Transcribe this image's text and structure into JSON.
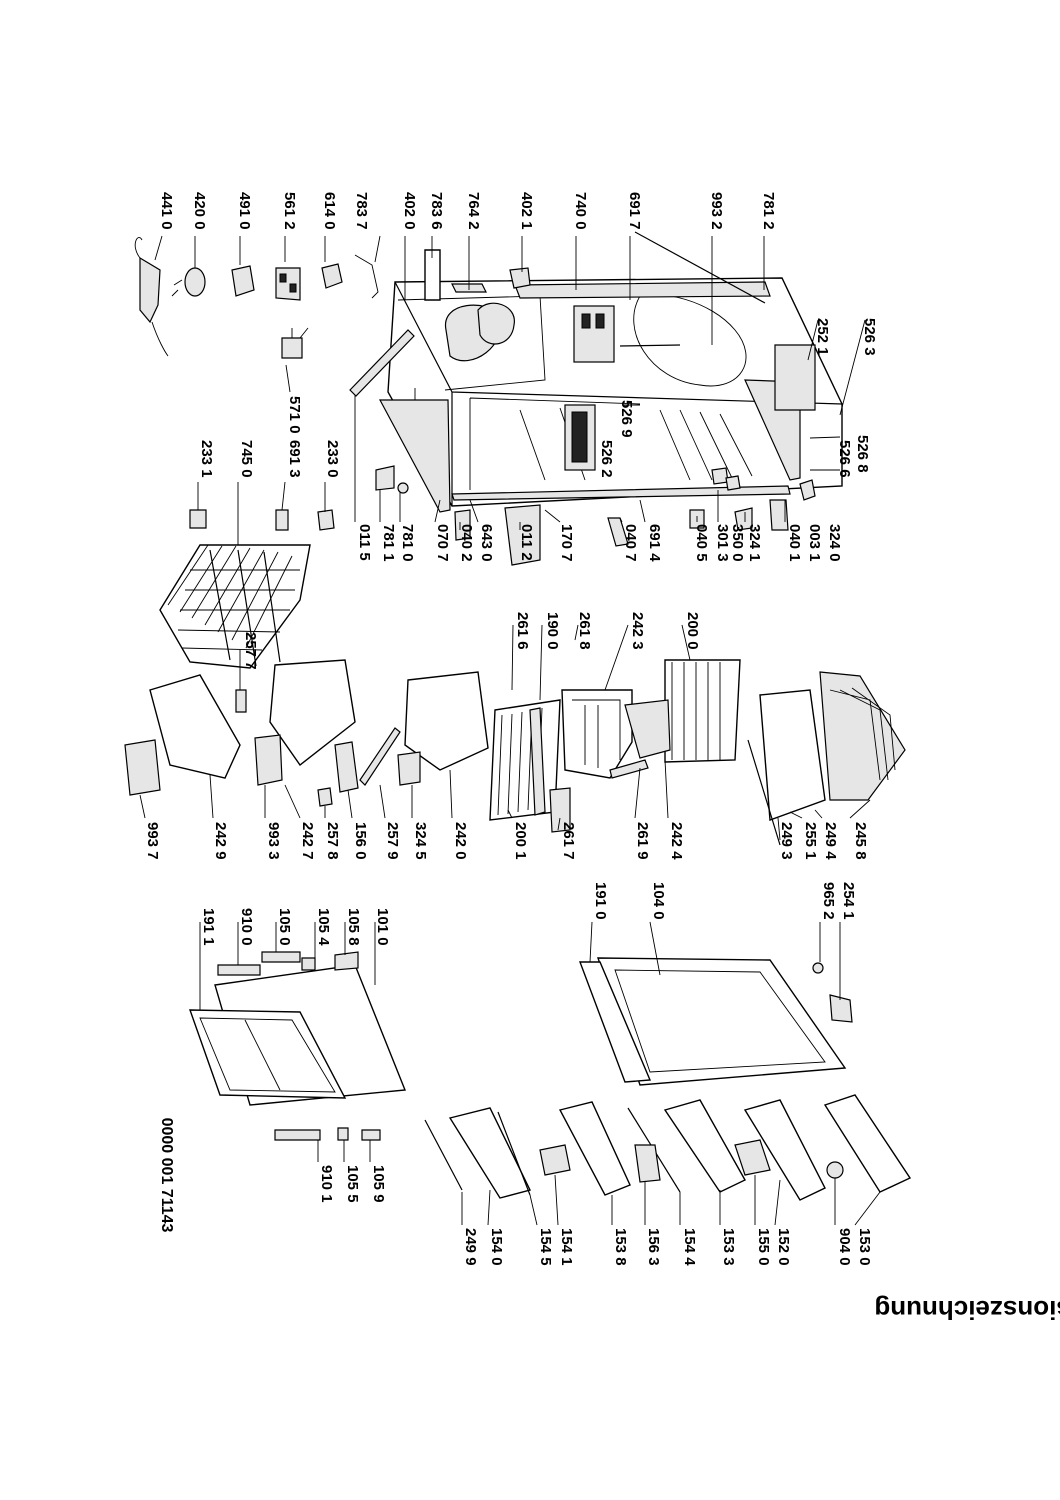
{
  "document": {
    "title": "Explosionszeichnung",
    "doc_number": "0000 001 71143"
  },
  "labels": {
    "l7812": "781 2",
    "l9932": "993 2",
    "l6917": "691 7",
    "l7400": "740 0",
    "l4021": "402 1",
    "l7642": "764 2",
    "l7836": "783 6",
    "l4020": "402 0",
    "l7837": "783 7",
    "l6140": "614 0",
    "l5612": "561 2",
    "l4910": "491 0",
    "l4200": "420 0",
    "l4410": "441 0",
    "l5263": "526 3",
    "l2521": "252 1",
    "l5268": "526 8",
    "l5266": "526 6",
    "l5710": "571 0",
    "l5269": "526 9",
    "l5262": "526 2",
    "l3240": "324 0",
    "l0031": "003 1",
    "l0401": "040 1",
    "l3241": "324 1",
    "l3500": "350 0",
    "l3013": "301 3",
    "l0405": "040 5",
    "l6914": "691 4",
    "l0407": "040 7",
    "l1707": "170 7",
    "l0112": "011 2",
    "l6430": "643 0",
    "l0402": "040 2",
    "l0707": "070 7",
    "l7810": "781 0",
    "l7811": "781 1",
    "l0115": "011 5",
    "l2330": "233 0",
    "l6913": "691 3",
    "l7450": "745 0",
    "l2331": "233 1",
    "l2577": "257 7",
    "l2000": "200 0",
    "l2423": "242 3",
    "l2618": "261 8",
    "l1900": "190 0",
    "l2616": "261 6",
    "l2458": "245 8",
    "l2494": "249 4",
    "l2551": "255 1",
    "l2493": "249 3",
    "l2424": "242 4",
    "l2619": "261 9",
    "l2617": "261 7",
    "l2001": "200 1",
    "l2420": "242 0",
    "l3245": "324 5",
    "l2579": "257 9",
    "l1560": "156 0",
    "l2578": "257 8",
    "l2427": "242 7",
    "l9933": "993 3",
    "l2429": "242 9",
    "l9937": "993 7",
    "l2541": "254 1",
    "l9652": "965 2",
    "l1040": "104 0",
    "l1910": "191 0",
    "l1010": "101 0",
    "l1058": "105 8",
    "l1054": "105 4",
    "l1050": "105 0",
    "l9100": "910 0",
    "l1911": "191 1",
    "l1530": "153 0",
    "l9040": "904 0",
    "l1520": "152 0",
    "l1550": "155 0",
    "l1533": "153 3",
    "l1544": "154 4",
    "l1563": "156 3",
    "l1538": "153 8",
    "l1541": "154 1",
    "l1545": "154 5",
    "l1540": "154 0",
    "l2499": "249 9",
    "l1059": "105 9",
    "l1055": "105 5",
    "l9101": "910 1"
  }
}
